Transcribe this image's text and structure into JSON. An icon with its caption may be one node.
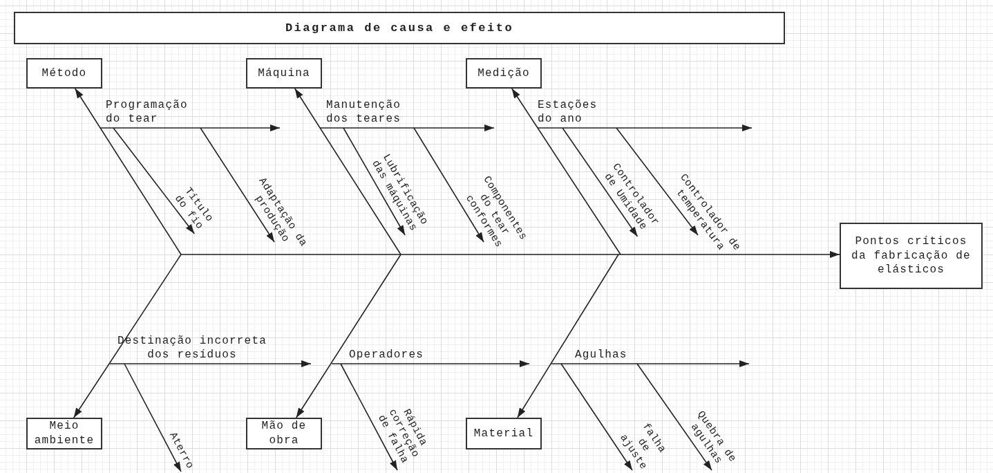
{
  "diagram": {
    "title": "Diagrama de causa e efeito",
    "nodes": [
      {
        "text": [
          "Método"
        ]
      },
      {
        "text": [
          "Máquina"
        ]
      },
      {
        "text": [
          "Medição"
        ]
      },
      {
        "text": [
          "Pontos críticos da fabricação de elásticos"
        ]
      },
      {
        "text": [
          "Meio ambiente"
        ]
      },
      {
        "text": [
          "Mão de obra"
        ]
      },
      {
        "text": [
          "Material"
        ]
      },
      {
        "text": [
          "Programação do tear"
        ]
      },
      {
        "text": [
          "Título do fio"
        ]
      },
      {
        "text": [
          "Adaptação da produção"
        ]
      },
      {
        "text": [
          "Manutenção dos teares"
        ]
      },
      {
        "text": [
          "Lubrificação das máquinas"
        ]
      },
      {
        "text": [
          "Componentes do tear conformes"
        ]
      },
      {
        "text": [
          "Estações do ano"
        ]
      },
      {
        "text": [
          "Controlador de Umidade"
        ]
      },
      {
        "text": [
          "Controlador de temperatura"
        ]
      },
      {
        "text": [
          "Destinação incorreta dos resíduos"
        ]
      },
      {
        "text": [
          "Aterro"
        ]
      },
      {
        "text": [
          "Operadores"
        ]
      },
      {
        "text": [
          "Rápida correção de falha"
        ]
      },
      {
        "text": [
          "Agulhas"
        ]
      },
      {
        "text": [
          "falha de ajuste"
        ]
      },
      {
        "text": [
          "Quebra de agulhas"
        ]
      }
    ],
    "edges": [
      {
        "from": null,
        "to": 3,
        "arrow": "to"
      },
      {
        "from": null,
        "to": 0,
        "arrow": "to"
      },
      {
        "from": null,
        "to": 1,
        "arrow": "to"
      },
      {
        "from": null,
        "to": 2,
        "arrow": "to"
      },
      {
        "from": null,
        "to": 4,
        "arrow": "to"
      },
      {
        "from": null,
        "to": 5,
        "arrow": "to"
      },
      {
        "from": null,
        "to": 6,
        "arrow": "to"
      },
      {
        "from": 7,
        "to": null,
        "arrow": "to"
      },
      {
        "from": 7,
        "to": 8,
        "arrow": "to"
      },
      {
        "from": 7,
        "to": 9,
        "arrow": "to"
      },
      {
        "from": 10,
        "to": null,
        "arrow": "to"
      },
      {
        "from": 10,
        "to": 11,
        "arrow": "to"
      },
      {
        "from": 10,
        "to": 12,
        "arrow": "to"
      },
      {
        "from": 13,
        "to": null,
        "arrow": "to"
      },
      {
        "from": 13,
        "to": 14,
        "arrow": "to"
      },
      {
        "from": 13,
        "to": 15,
        "arrow": "to"
      },
      {
        "from": 16,
        "to": null,
        "arrow": "to"
      },
      {
        "from": 16,
        "to": 17,
        "arrow": "to"
      },
      {
        "from": 18,
        "to": null,
        "arrow": "to"
      },
      {
        "from": 18,
        "to": 19,
        "arrow": "to"
      },
      {
        "from": 20,
        "to": null,
        "arrow": "to"
      },
      {
        "from": 20,
        "to": 21,
        "arrow": "to"
      },
      {
        "from": 20,
        "to": 22,
        "arrow": "to"
      }
    ]
  }
}
